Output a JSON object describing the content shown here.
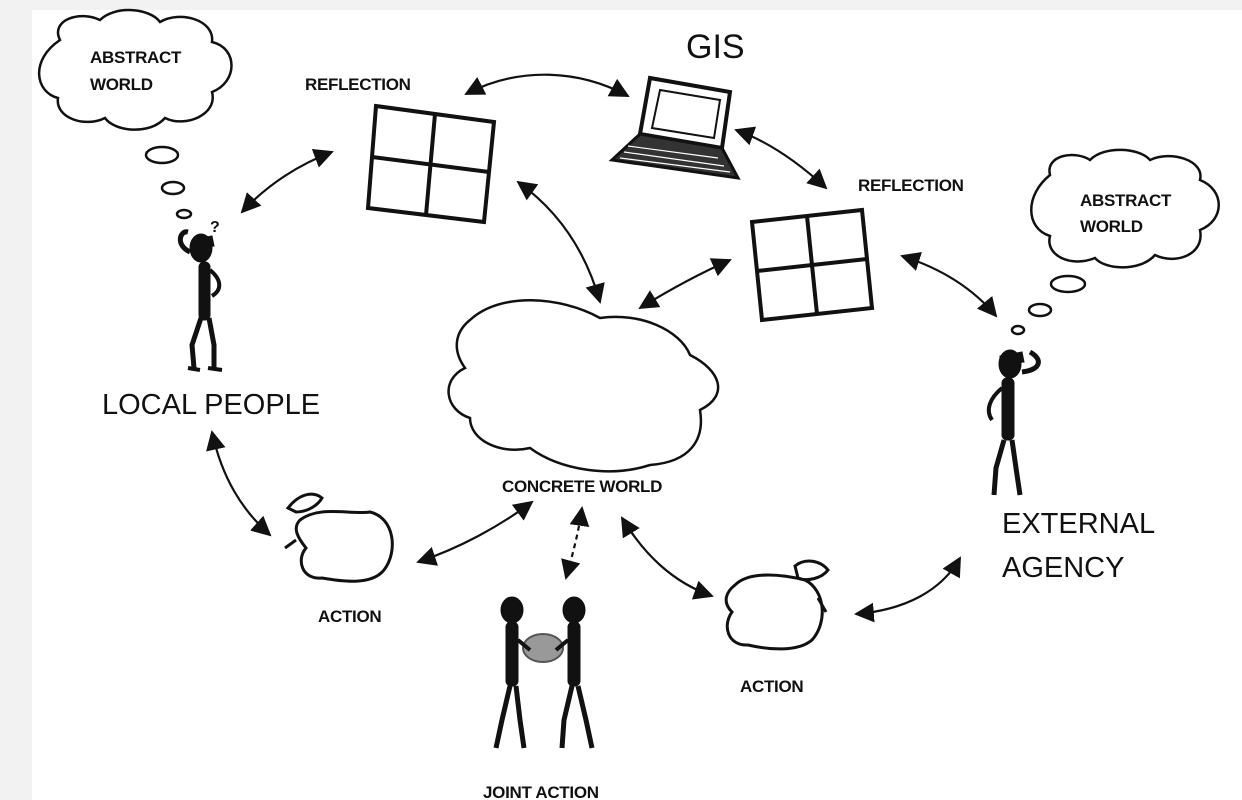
{
  "diagram": {
    "gis_label": "GIS",
    "reflection_left": "REFLECTION",
    "reflection_right": "REFLECTION",
    "abstract_left": {
      "line1": "ABSTRACT",
      "line2": "WORLD"
    },
    "abstract_right": {
      "line1": "ABSTRACT",
      "line2": "WORLD"
    },
    "local_people": "LOCAL PEOPLE",
    "external_agency": {
      "line1": "EXTERNAL",
      "line2": "AGENCY"
    },
    "concrete_world": "CONCRETE WORLD",
    "action_left": "ACTION",
    "action_right": "ACTION",
    "joint_action": "JOINT ACTION"
  }
}
